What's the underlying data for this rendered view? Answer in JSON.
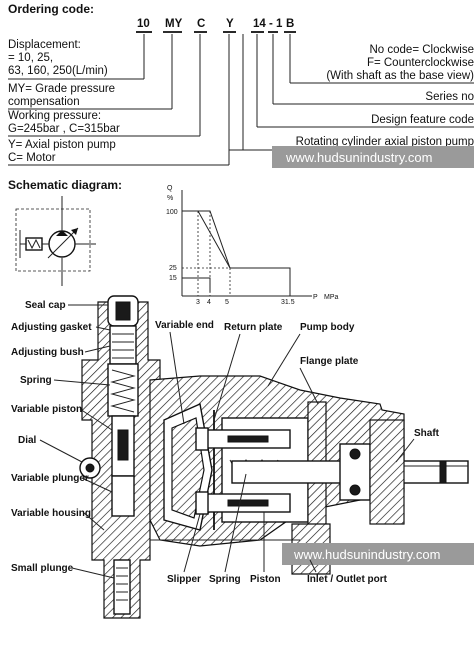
{
  "ordering": {
    "title": "Ordering code:",
    "code_parts": [
      "10",
      "MY",
      "C",
      "Y",
      "14 - 1",
      "B"
    ],
    "left_items": [
      "Displacement:",
      "= 10, 25,",
      "63, 160, 250(L/min)",
      "MY= Grade  pressure",
      "compensation",
      "Working pressure:",
      "G=245bar , C=315bar",
      "Y= Axial piston pump",
      "C= Motor"
    ],
    "right_items": [
      "No code= Clockwise",
      "F= Counterclockwise",
      "(With shaft as the base view)",
      "Series no",
      "Design feature code",
      "Rotating cylinder axial piston pump"
    ]
  },
  "watermark": {
    "text": "www.hudsunindustry.com",
    "color": "#9a9a9a"
  },
  "schematic": {
    "title": "Schematic diagram:"
  },
  "graph": {
    "y_axis_label": "Q",
    "y_unit": "%",
    "y_ticks": [
      "100",
      "25",
      "15"
    ],
    "x_ticks": [
      "3",
      "4",
      "5",
      "31.5"
    ],
    "x_axis_label": "P",
    "x_unit": "MPa"
  },
  "parts": {
    "left": [
      "Seal cap",
      "Adjusting gasket",
      "Adjusting bush",
      "Spring",
      "Variable piston",
      "Dial",
      "Variable plunger",
      "Variable housing",
      "Small plunge"
    ],
    "top": [
      "Variable end",
      "Return plate",
      "Pump body",
      "Flange plate"
    ],
    "right": [
      "Shaft"
    ],
    "bottom": [
      "Slipper",
      "Spring",
      "Piston",
      "Inlet / Outlet port"
    ]
  }
}
